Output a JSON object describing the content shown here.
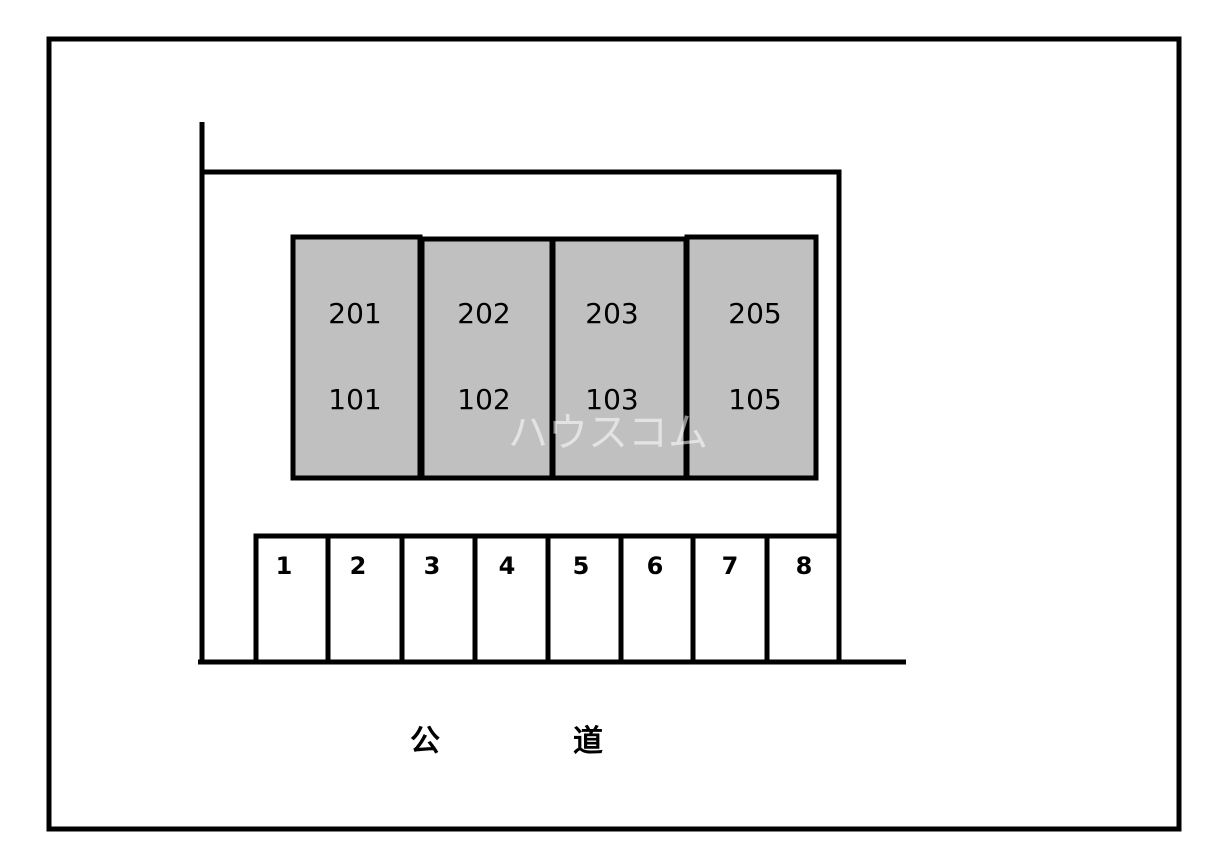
{
  "building": {
    "fill_color": "#c0c0c0",
    "units": [
      {
        "upper": "201",
        "lower": "101"
      },
      {
        "upper": "202",
        "lower": "102"
      },
      {
        "upper": "203",
        "lower": "103"
      },
      {
        "upper": "205",
        "lower": "105"
      }
    ]
  },
  "parking": {
    "slots": [
      "1",
      "2",
      "3",
      "4",
      "5",
      "6",
      "7",
      "8"
    ]
  },
  "road": {
    "char_left": "公",
    "char_right": "道"
  },
  "watermark": {
    "text": "ハウスコム"
  }
}
